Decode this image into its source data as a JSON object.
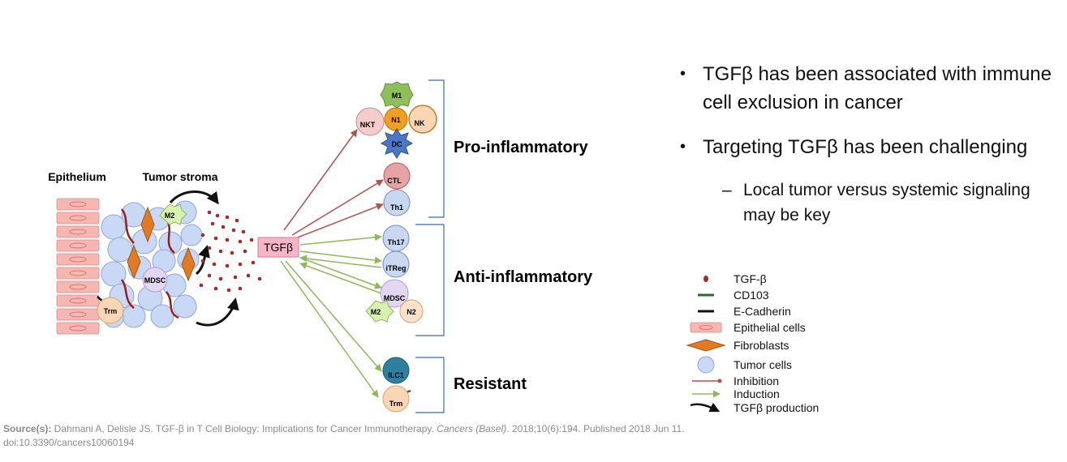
{
  "diagram": {
    "labels": {
      "epithelium": "Epithelium",
      "tumor_stroma": "Tumor stroma",
      "center": "TGFβ",
      "pro_inflammatory": "Pro-inflammatory",
      "anti_inflammatory": "Anti-inflammatory",
      "resistant": "Resistant"
    },
    "stroma_cells": {
      "m2": "M2",
      "mdsc": "MDSC",
      "trm": "Trm"
    },
    "pro_cells": {
      "m1": "M1",
      "nkt": "NKT",
      "n1": "N1",
      "nk": "NK",
      "dc": "DC",
      "ctl": "CTL",
      "th1": "Th1"
    },
    "anti_cells": {
      "th17": "Th17",
      "itreg": "iTReg",
      "mdsc": "MDSC",
      "m2": "M2",
      "n2": "N2"
    },
    "resistant_cells": {
      "ilc1": "ILC1",
      "trm": "Trm"
    },
    "colors": {
      "inhibition": "#b4504a",
      "induction": "#8db85a",
      "tgf_dot": "#a52a2a",
      "tgf_box": "#f5b5c8",
      "epithelial": "#f5b7b1",
      "fibroblast": "#e07b24",
      "tumor_cell": "#c9d8f5",
      "bracket": "#3b6ea5"
    }
  },
  "bullets": {
    "b1": "TGFβ has been associated with immune cell exclusion in cancer",
    "b2": "Targeting TGFβ has been challenging",
    "sub": "Local tumor versus systemic signaling may be key"
  },
  "legend": {
    "tgf": "TGF-β",
    "cd103": "CD103",
    "ecad": "E-Cadherin",
    "epi": "Epithelial cells",
    "fib": "Fibroblasts",
    "tumor": "Tumor cells",
    "inh": "Inhibition",
    "ind": "Induction",
    "prod": "TGFβ production"
  },
  "source": {
    "label": "Source(s):",
    "text1": " Dahmani A, Delisle JS. TGF-β in T Cell Biology: Implications for Cancer Immunotherapy. ",
    "journal": "Cancers (Basel)",
    "text2": ". 2018;10(6):194. Published 2018 Jun 11.",
    "doi": "doi:10.3390/cancers10060194"
  }
}
